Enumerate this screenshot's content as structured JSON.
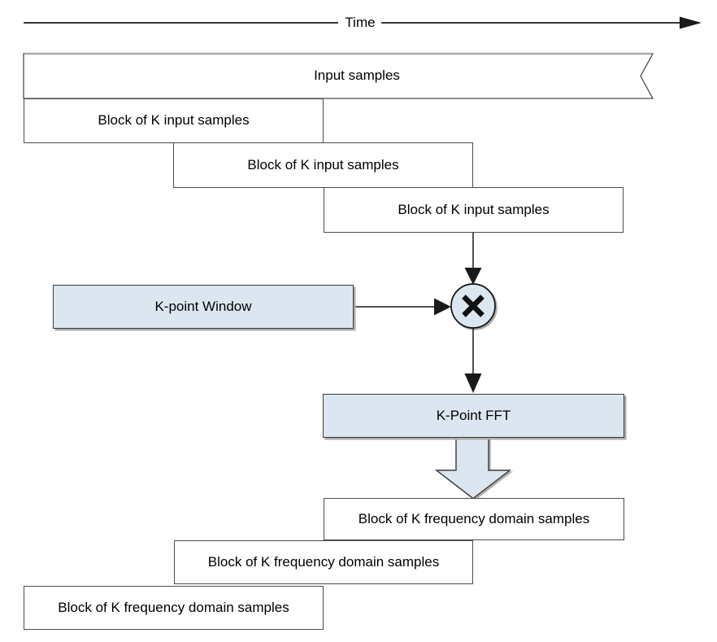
{
  "labels": {
    "time_axis": "Time",
    "input_stream": "Input samples",
    "window": "K-point Window",
    "fft": "K-Point FFT"
  },
  "input_blocks": [
    {
      "label": "Block of K input samples"
    },
    {
      "label": "Block of K input samples"
    },
    {
      "label": "Block of K input samples"
    }
  ],
  "output_blocks": [
    {
      "label": "Block of K frequency domain samples"
    },
    {
      "label": "Block of K frequency domain samples"
    },
    {
      "label": "Block of K frequency domain samples"
    }
  ],
  "icons": {
    "multiply_icon": "⊗",
    "time_arrowhead_icon": "▶",
    "down_arrowhead_icon": "▼",
    "block_down_arrow_icon": "⬇"
  },
  "colors": {
    "accent_fill": "#dce6f1",
    "box_border": "#4d4d4d",
    "accent_border": "#3a3a3a",
    "shadow": "#ababab",
    "connector": "#1a1a1a",
    "text": "#000000",
    "background": "#ffffff"
  }
}
